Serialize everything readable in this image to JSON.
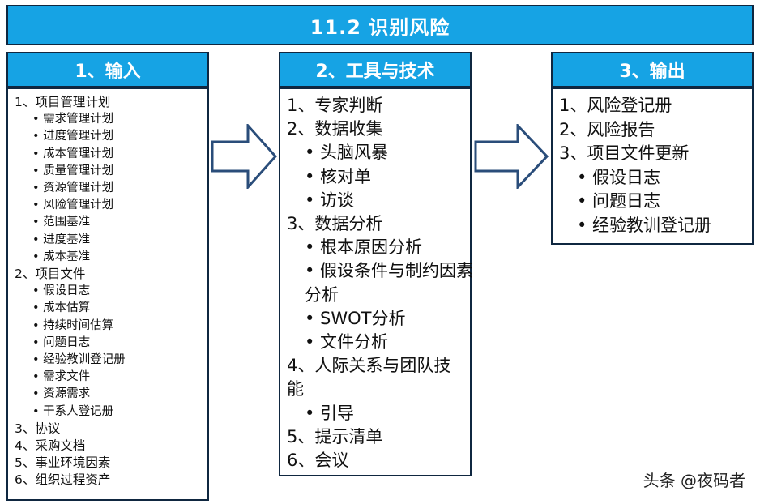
{
  "title": "11.2 识别风险",
  "inputs": {
    "header": "1、输入",
    "items": [
      {
        "text": "1、项目管理计划",
        "sub": false
      },
      {
        "text": "• 需求管理计划",
        "sub": true
      },
      {
        "text": "• 进度管理计划",
        "sub": true
      },
      {
        "text": "• 成本管理计划",
        "sub": true
      },
      {
        "text": "• 质量管理计划",
        "sub": true
      },
      {
        "text": "• 资源管理计划",
        "sub": true
      },
      {
        "text": "• 风险管理计划",
        "sub": true
      },
      {
        "text": "• 范围基准",
        "sub": true
      },
      {
        "text": "• 进度基准",
        "sub": true
      },
      {
        "text": "• 成本基准",
        "sub": true
      },
      {
        "text": "2、项目文件",
        "sub": false
      },
      {
        "text": "• 假设日志",
        "sub": true
      },
      {
        "text": "• 成本估算",
        "sub": true
      },
      {
        "text": "• 持续时间估算",
        "sub": true
      },
      {
        "text": "• 问题日志",
        "sub": true
      },
      {
        "text": "• 经验教训登记册",
        "sub": true
      },
      {
        "text": "• 需求文件",
        "sub": true
      },
      {
        "text": "• 资源需求",
        "sub": true
      },
      {
        "text": "• 干系人登记册",
        "sub": true
      },
      {
        "text": "3、协议",
        "sub": false
      },
      {
        "text": "4、采购文档",
        "sub": false
      },
      {
        "text": "5、事业环境因素",
        "sub": false
      },
      {
        "text": "6、组织过程资产",
        "sub": false
      }
    ]
  },
  "tools": {
    "header": "2、工具与技术",
    "items": [
      {
        "text": "1、专家判断",
        "sub": false
      },
      {
        "text": "2、数据收集",
        "sub": false
      },
      {
        "text": "• 头脑风暴",
        "sub": true
      },
      {
        "text": "• 核对单",
        "sub": true
      },
      {
        "text": "• 访谈",
        "sub": true
      },
      {
        "text": "3、数据分析",
        "sub": false
      },
      {
        "text": "• 根本原因分析",
        "sub": true
      },
      {
        "text": "• 假设条件与制约因素分析",
        "sub": true
      },
      {
        "text": "• SWOT分析",
        "sub": true
      },
      {
        "text": "• 文件分析",
        "sub": true
      },
      {
        "text": "4、人际关系与团队技能",
        "sub": false
      },
      {
        "text": "• 引导",
        "sub": true
      },
      {
        "text": "5、提示清单",
        "sub": false
      },
      {
        "text": "6、会议",
        "sub": false
      }
    ]
  },
  "outputs": {
    "header": "3、输出",
    "items": [
      {
        "text": "1、风险登记册",
        "sub": false
      },
      {
        "text": "2、风险报告",
        "sub": false
      },
      {
        "text": "3、项目文件更新",
        "sub": false
      },
      {
        "text": "• 假设日志",
        "sub": true
      },
      {
        "text": "• 问题日志",
        "sub": true
      },
      {
        "text": "• 经验教训登记册",
        "sub": true
      }
    ]
  },
  "watermark": "头条 @夜码者",
  "colors": {
    "header_fill": "#16a3e4",
    "border": "#0f2740",
    "arrow_stroke": "#2a4d7a"
  }
}
